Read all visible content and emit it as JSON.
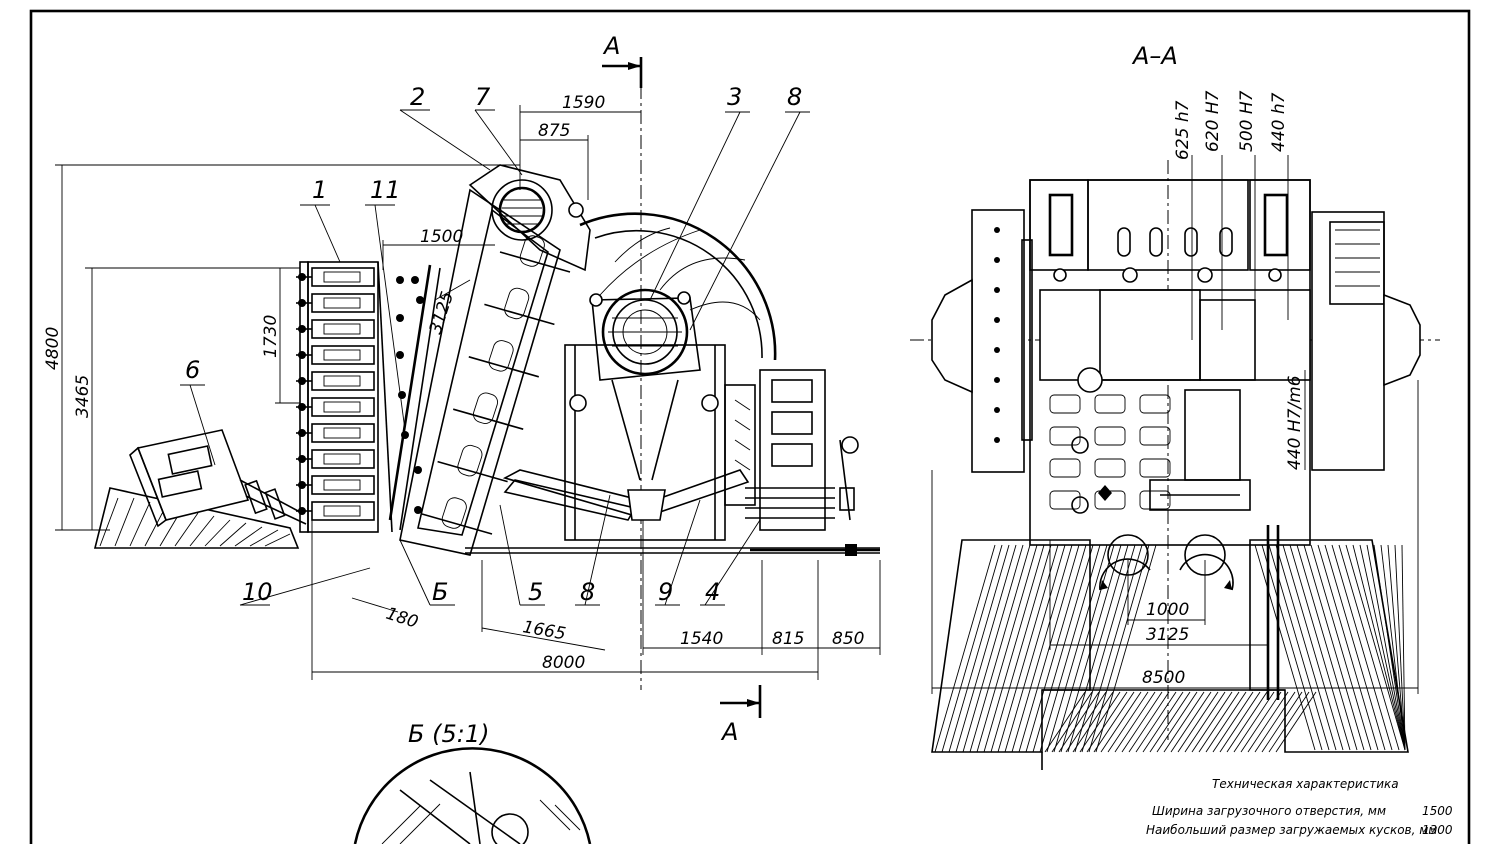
{
  "view_labels": {
    "section_top": "A",
    "section_bottom": "A",
    "section_view": "A–A",
    "detail_view": "Б (5:1)",
    "detail_marker": "Б"
  },
  "callouts": [
    "1",
    "2",
    "3",
    "4",
    "5",
    "6",
    "7",
    "8",
    "8",
    "9",
    "10",
    "11"
  ],
  "dimensions_left": {
    "d1590": "1590",
    "d875": "875",
    "d1500": "1500",
    "d1730": "1730",
    "d4800": "4800",
    "d3465": "3465",
    "d3125": "3125",
    "d180": "180",
    "d1665": "1665",
    "d8000": "8000",
    "d1540": "1540",
    "d815": "815",
    "d850": "850"
  },
  "dimensions_right": {
    "fit1": "625 h7",
    "fit2": "620 H7",
    "fit3": "500 H7",
    "fit4": "440 h7",
    "fit5": "440 H7/m6",
    "d1000": "1000",
    "d3125": "3125",
    "d8500": "8500"
  },
  "specs": {
    "title": "Техническая характеристика",
    "rows": [
      {
        "label": "Ширина загрузочного отверстия, мм",
        "value": "1500"
      },
      {
        "label": "Наибольший размер загружаемых кусков, мм",
        "value": "1300"
      }
    ]
  }
}
